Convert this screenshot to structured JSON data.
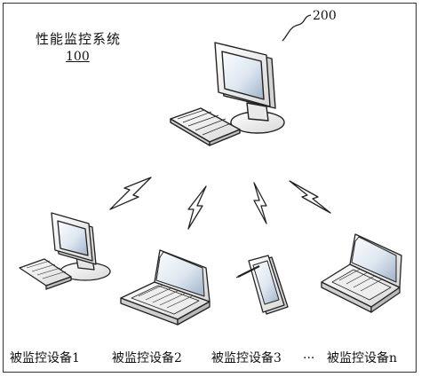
{
  "system": {
    "title": "性能监控系统",
    "ref": "100"
  },
  "server": {
    "ref": "200",
    "icon": "desktop-computer-icon"
  },
  "devices": [
    {
      "label": "被监控设备1",
      "icon": "desktop-computer-icon"
    },
    {
      "label": "被监控设备2",
      "icon": "laptop-icon"
    },
    {
      "label": "被监控设备3",
      "icon": "tablet-icon"
    },
    {
      "label": "被监控设备n",
      "icon": "laptop-icon"
    }
  ],
  "ellipsis": "···",
  "connection_icon": "wireless-lightning-icon",
  "colors": {
    "line": "#222222",
    "screen_light": "#f2f6fb",
    "screen_dark": "#9fb2c8"
  }
}
